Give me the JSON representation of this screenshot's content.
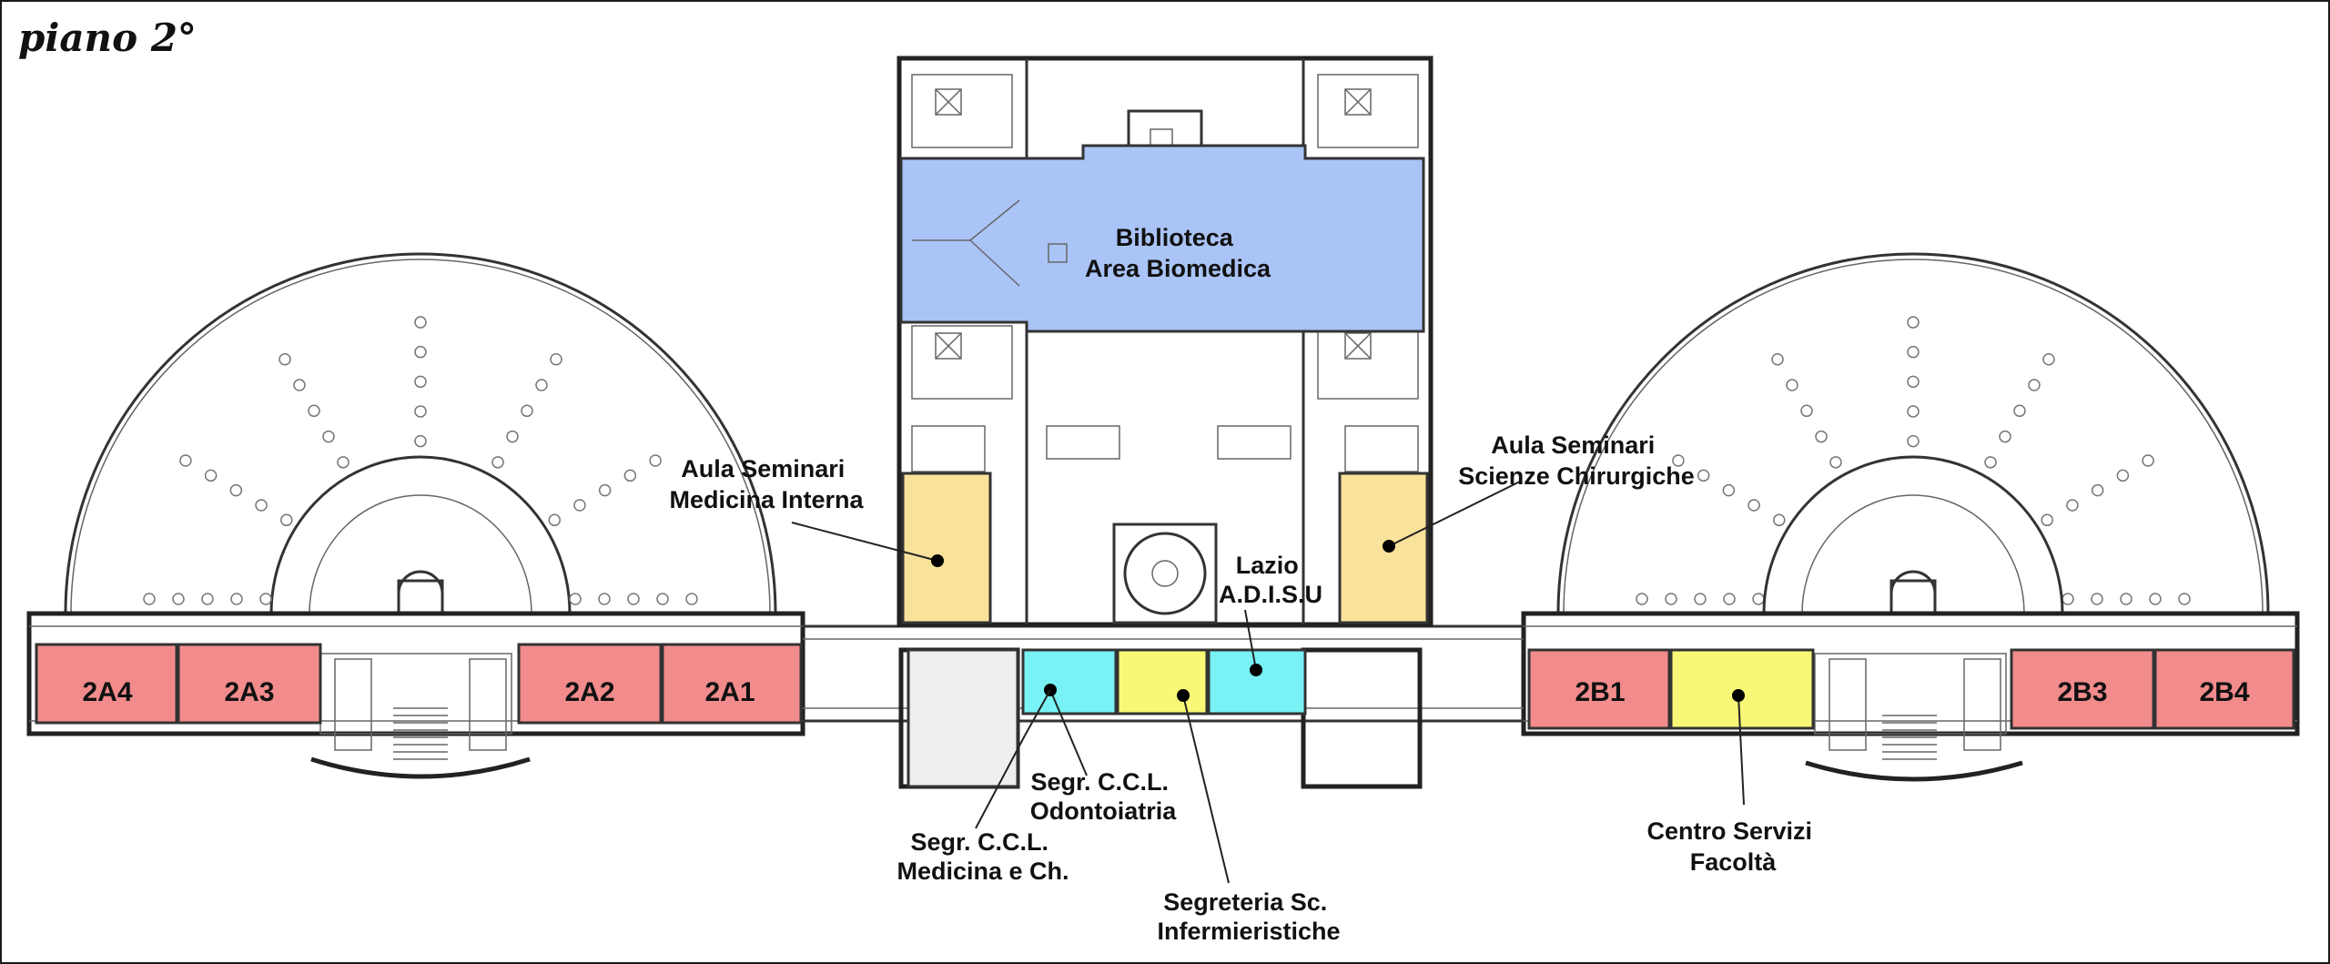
{
  "floor_title": "piano 2°",
  "colors": {
    "classroom": "#f28b8b",
    "library": "#aac4f7",
    "seminar": "#f9e29a",
    "office_cyan": "#79f2f5",
    "office_yellow": "#f9f776",
    "storage_gray": "#eeeeee"
  },
  "classrooms": {
    "r2a4": "2A4",
    "r2a3": "2A3",
    "r2a2": "2A2",
    "r2a1": "2A1",
    "r2b1": "2B1",
    "r2b3": "2B3",
    "r2b4": "2B4"
  },
  "labels": {
    "library": [
      "Biblioteca",
      "Area Biomedica"
    ],
    "seminar_left": [
      "Aula Seminari",
      "Medicina Interna"
    ],
    "seminar_right": [
      "Aula Seminari",
      "Scienze Chirurgiche"
    ],
    "lazio": [
      "Lazio",
      "A.D.I.S.U"
    ],
    "odontoiatria": [
      "Segr. C.C.L.",
      "Odontoiatria"
    ],
    "medicina": [
      "Segr. C.C.L.",
      "Medicina e Ch."
    ],
    "infermieristiche": [
      "Segreteria Sc.",
      "Infermieristiche"
    ],
    "centro": [
      "Centro Servizi",
      "Facoltà"
    ]
  }
}
